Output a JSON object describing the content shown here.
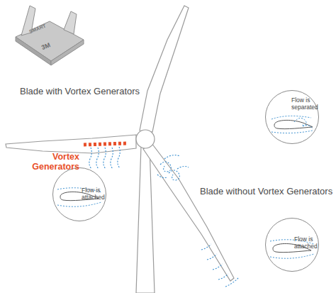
{
  "diagram": {
    "nodes": [
      {
        "text": [
          "Flow is separated"
        ]
      },
      {
        "text": [
          "Flow is attached"
        ]
      },
      {
        "text": [
          "Flow is attached"
        ]
      }
    ],
    "labels": [
      "SMART",
      "3M",
      "Blade with Vortex Generators",
      "Vortex Generators",
      "Blade without Vortex Generators"
    ]
  }
}
